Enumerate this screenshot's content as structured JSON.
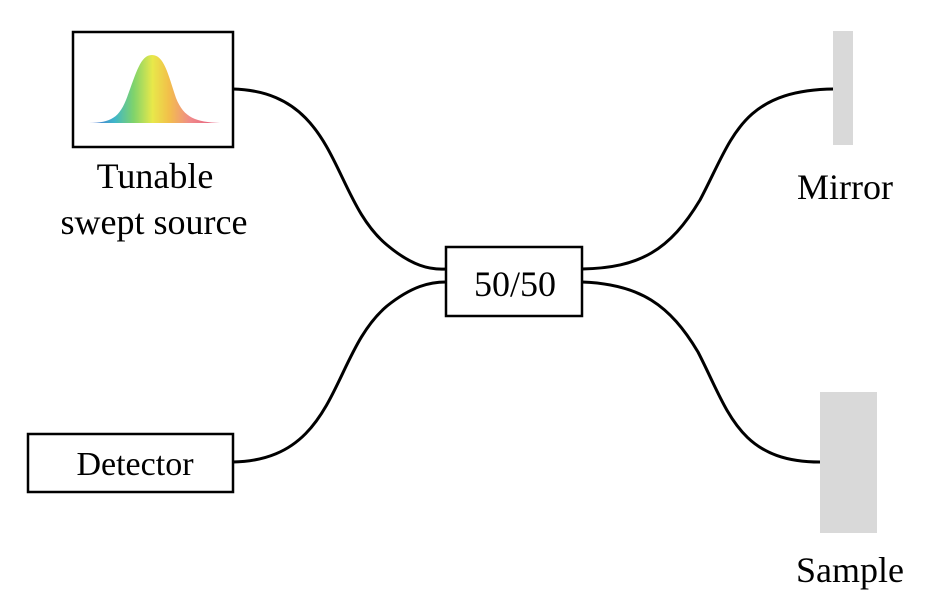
{
  "source": {
    "label_line1": "Tunable",
    "label_line2": "swept source",
    "spectrum_colors": [
      "#4a5fd6",
      "#3fb6c9",
      "#7fd36b",
      "#e8e84a",
      "#f2c04a",
      "#f08a8a",
      "#e2557a"
    ]
  },
  "coupler": {
    "label": "50/50"
  },
  "detector": {
    "label": "Detector"
  },
  "mirror": {
    "label": "Mirror",
    "color": "#d9d9d9"
  },
  "sample": {
    "label": "Sample",
    "color": "#d9d9d9"
  }
}
